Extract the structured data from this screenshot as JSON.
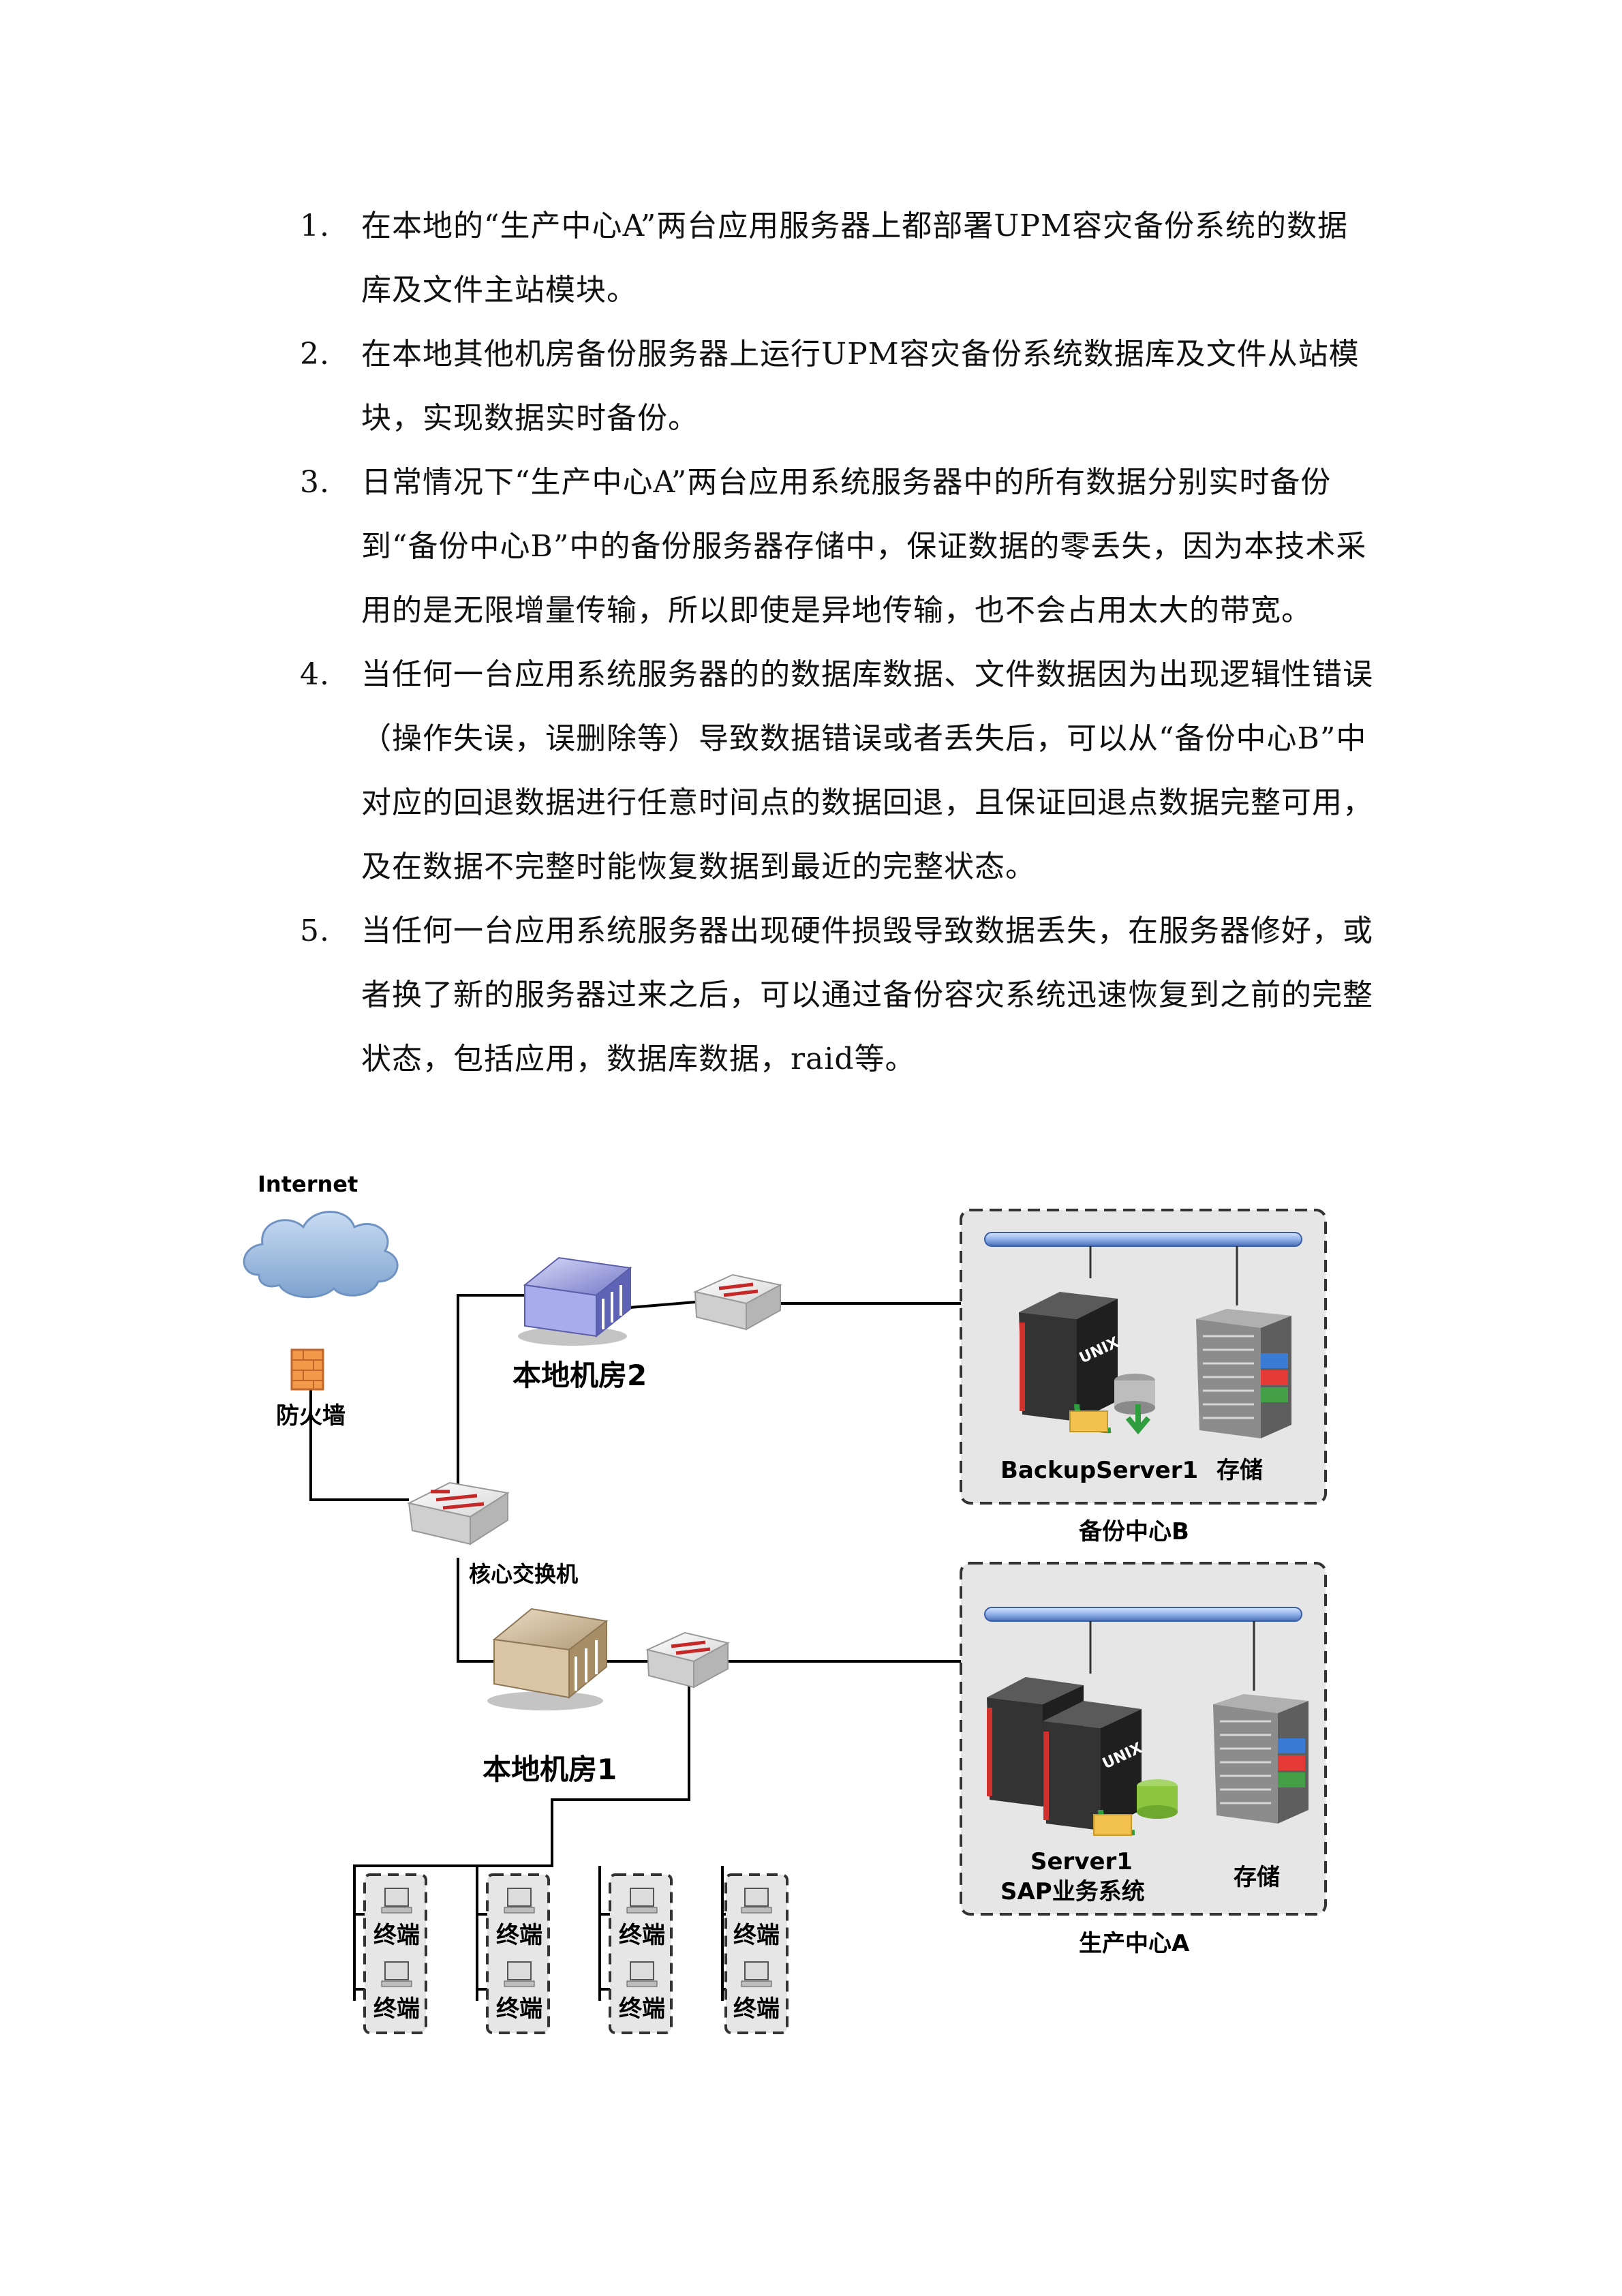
{
  "items": [
    {
      "num": "1.",
      "text": "在本地的“生产中心A”两台应用服务器上都部署UPM容灾备份系统的数据库及文件主站模块。"
    },
    {
      "num": "2.",
      "text": "在本地其他机房备份服务器上运行UPM容灾备份系统数据库及文件从站模块，实现数据实时备份。"
    },
    {
      "num": "3.",
      "text": "日常情况下“生产中心A”两台应用系统服务器中的所有数据分别实时备份到“备份中心B”中的备份服务器存储中，保证数据的零丢失，因为本技术采用的是无限增量传输，所以即使是异地传输，也不会占用太大的带宽。"
    },
    {
      "num": "4.",
      "text": "当任何一台应用系统服务器的的数据库数据、文件数据因为出现逻辑性错误（操作失误，误删除等）导致数据错误或者丢失后，可以从“备份中心B”中对应的回退数据进行任意时间点的数据回退，且保证回退点数据完整可用，及在数据不完整时能恢复数据到最近的完整状态。"
    },
    {
      "num": "5.",
      "text": "当任何一台应用系统服务器出现硬件损毁导致数据丢失，在服务器修好，或者换了新的服务器过来之后，可以通过备份容灾系统迅速恢复到之前的完整状态，包括应用，数据库数据，raid等。"
    }
  ],
  "diagram": {
    "internet": "Internet",
    "firewall": "防火墙",
    "core_switch": "核心交换机",
    "room2": "本地机房2",
    "room1": "本地机房1",
    "backup_center": "备份中心B",
    "backup_server": "BackupServer1",
    "storage_b": "存储",
    "prod_center": "生产中心A",
    "server1": "Server1",
    "sap": "SAP业务系统",
    "storage_a": "存储",
    "unix": "UNIX",
    "terminal": "终端"
  }
}
